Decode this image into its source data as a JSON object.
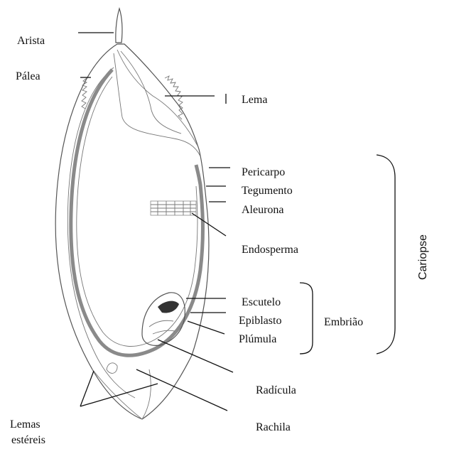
{
  "labels": {
    "arista": "Arista",
    "palea": "Pálea",
    "lema": "Lema",
    "pericarpo": "Pericarpo",
    "tegumento": "Tegumento",
    "aleurona": "Aleurona",
    "endosperma": "Endosperma",
    "escutelo": "Escutelo",
    "epiblasto": "Epiblasto",
    "plumula": "Plúmula",
    "embriao": "Embrião",
    "radicula": "Radícula",
    "rachila": "Rachila",
    "lemas_estereis_line1": "Lemas",
    "lemas_estereis_line2": "estéreis",
    "cariopse": "Cariopse"
  }
}
